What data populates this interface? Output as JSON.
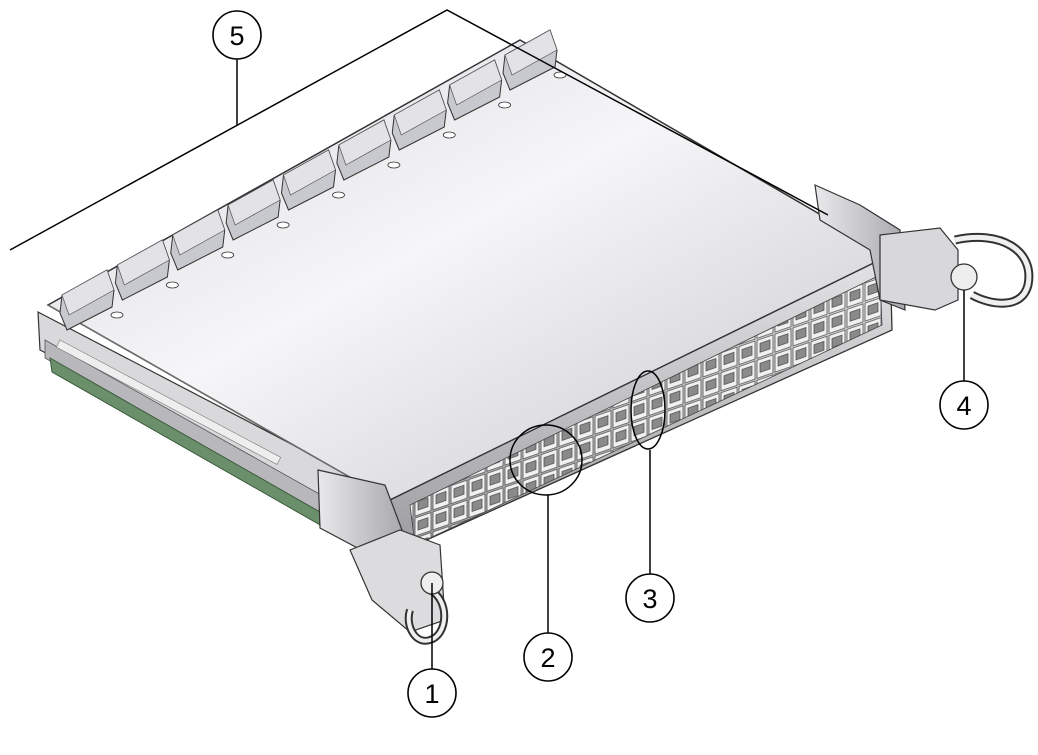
{
  "callouts": [
    {
      "id": "callout-1",
      "label": "1"
    },
    {
      "id": "callout-2",
      "label": "2"
    },
    {
      "id": "callout-3",
      "label": "3"
    },
    {
      "id": "callout-4",
      "label": "4"
    },
    {
      "id": "callout-5",
      "label": "5"
    }
  ],
  "colors": {
    "lid_light": "#f4f4f6",
    "lid_dark": "#c9cad0",
    "port_cell": "#f2f2f2",
    "port_hole": "#7a7a7a",
    "pcb_green": "#6a8f6a",
    "outline": "#000000"
  }
}
